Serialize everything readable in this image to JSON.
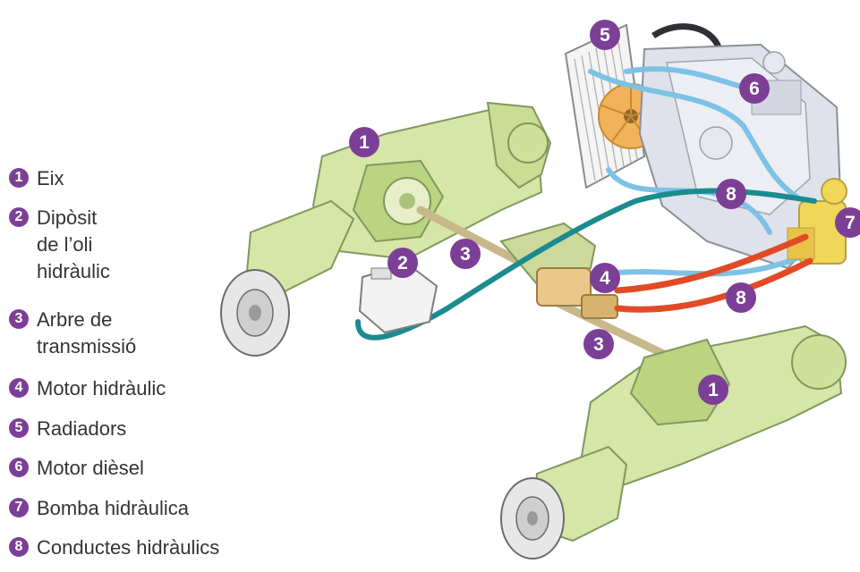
{
  "legend": [
    {
      "num": "1",
      "label": "Eix"
    },
    {
      "num": "2",
      "label": "Dipòsit\nde l’oli\nhidràulic"
    },
    {
      "num": "3",
      "label": "Arbre de\ntransmissió"
    },
    {
      "num": "4",
      "label": "Motor hidràulic"
    },
    {
      "num": "5",
      "label": "Radiadors"
    },
    {
      "num": "6",
      "label": "Motor dièsel"
    },
    {
      "num": "7",
      "label": "Bomba hidràulica"
    },
    {
      "num": "8",
      "label": "Conductes hidràulics"
    }
  ],
  "callouts": {
    "axle_front": "1",
    "axle_rear": "1",
    "tank": "2",
    "shaft_upper": "3",
    "shaft_lower": "3",
    "motor": "4",
    "radiator": "5",
    "engine": "6",
    "pump": "7",
    "conduit_upper": "8",
    "conduit_lower": "8"
  },
  "colors": {
    "badge": "#7c3f96",
    "axle": "#d5e6a6",
    "axle_dark": "#a9c47a",
    "shaft": "#c7b88b",
    "teal_pipe": "#1b8b90",
    "blue_pipe": "#7cc2e6",
    "red_pipe": "#e24a26",
    "engine": "#dfe2ea",
    "fan": "#f2b25a"
  }
}
